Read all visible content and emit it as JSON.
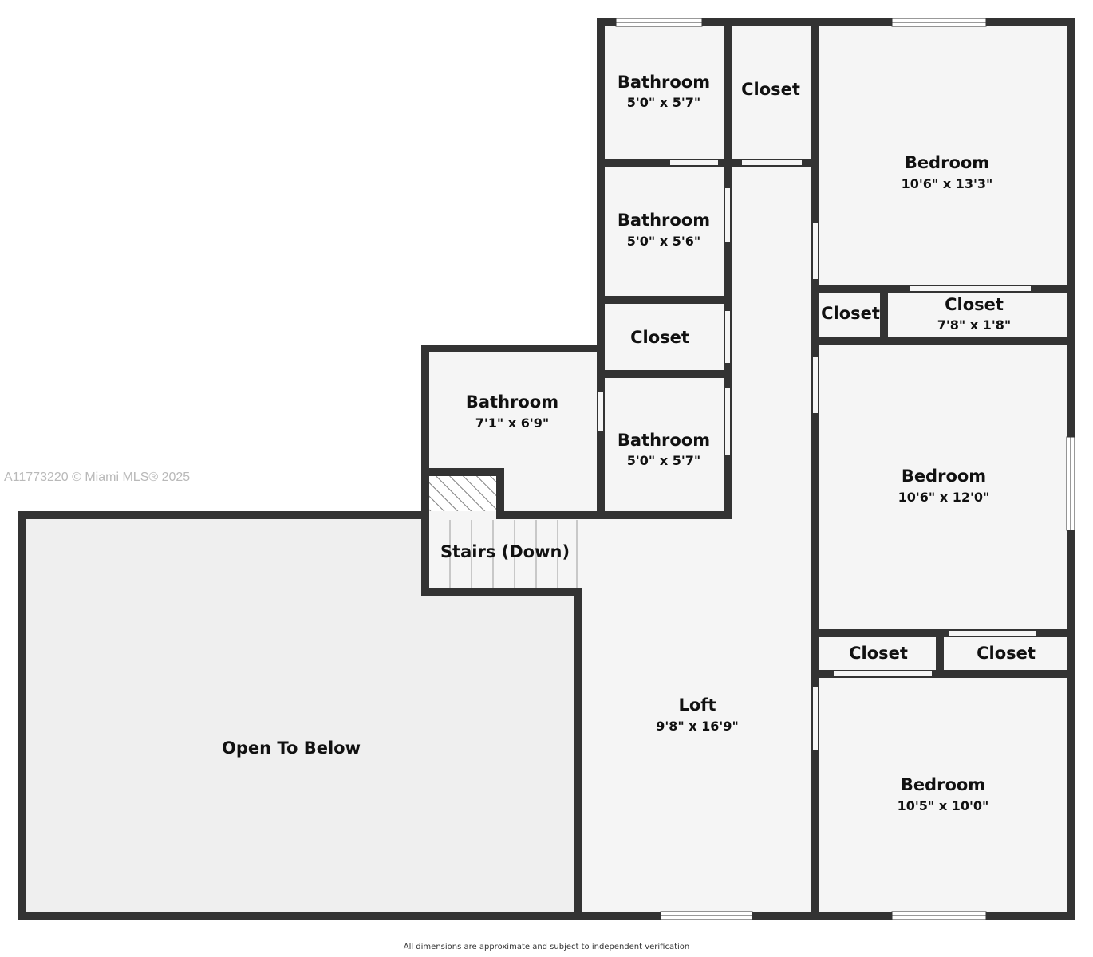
{
  "rooms": {
    "bath_top": {
      "name": "Bathroom",
      "dims": "5'0\" x 5'7\""
    },
    "closet_top": {
      "name": "Closet",
      "dims": ""
    },
    "bed_1": {
      "name": "Bedroom",
      "dims": "10'6\" x 13'3\""
    },
    "bath_mid": {
      "name": "Bathroom",
      "dims": "5'0\" x 5'6\""
    },
    "closet_small": {
      "name": "Closet",
      "dims": ""
    },
    "closet_wide": {
      "name": "Closet",
      "dims": "7'8\" x 1'8\""
    },
    "closet_mid": {
      "name": "Closet",
      "dims": ""
    },
    "bath_left": {
      "name": "Bathroom",
      "dims": "7'1\" x 6'9\""
    },
    "bath_low": {
      "name": "Bathroom",
      "dims": "5'0\" x 5'7\""
    },
    "bed_2": {
      "name": "Bedroom",
      "dims": "10'6\" x 12'0\""
    },
    "stairs": {
      "name": "Stairs (Down)",
      "dims": ""
    },
    "closet_l": {
      "name": "Closet",
      "dims": ""
    },
    "closet_r": {
      "name": "Closet",
      "dims": ""
    },
    "loft": {
      "name": "Loft",
      "dims": "9'8\" x 16'9\""
    },
    "open_below": {
      "name": "Open To Below",
      "dims": ""
    },
    "bed_3": {
      "name": "Bedroom",
      "dims": "10'5\" x 10'0\""
    }
  },
  "watermark": "A11773220 © Miami MLS® 2025",
  "disclaimer": "All dimensions are approximate and subject to independent verification",
  "colors": {
    "wall": "#333333",
    "floor": "#f5f5f5",
    "open_floor": "#efefef",
    "label": "#111111"
  }
}
